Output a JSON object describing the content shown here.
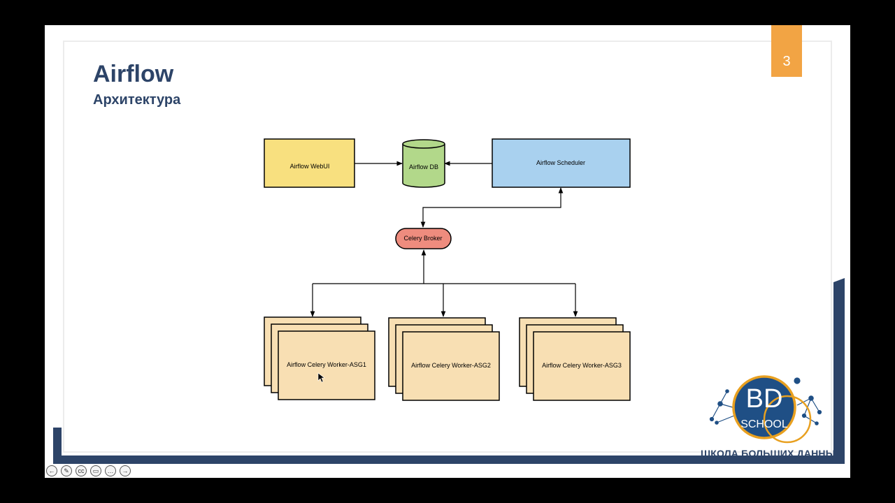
{
  "slide": {
    "title": "Airflow",
    "subtitle": "Архитектура",
    "page_number": "3"
  },
  "diagram": {
    "nodes": {
      "webui": "Airflow WebUI",
      "db": "Airflow DB",
      "scheduler": "Airflow Scheduler",
      "broker": "Celery Broker",
      "worker1": "Airflow Celery Worker-ASG1",
      "worker2": "Airflow Celery Worker-ASG2",
      "worker3": "Airflow Celery Worker-ASG3"
    },
    "colors": {
      "webui": "#f8e07f",
      "db": "#b2d88a",
      "scheduler": "#a9d1ef",
      "broker": "#ee8c7e",
      "worker": "#f8dfb3",
      "stroke": "#000000"
    }
  },
  "logo": {
    "mark_line1": "BD",
    "mark_line2": "SCHOOL",
    "tagline": "ШКОЛА БОЛЬШИХ ДАННЫХ",
    "colors": {
      "primary": "#2d4468",
      "accent": "#e8a020",
      "node": "#1f4f85"
    }
  },
  "player": {
    "controls": [
      {
        "icon": "back-arrow-icon",
        "glyph": "←"
      },
      {
        "icon": "pen-icon",
        "glyph": "✎"
      },
      {
        "icon": "captions-icon",
        "glyph": "cc"
      },
      {
        "icon": "camera-icon",
        "glyph": "▭"
      },
      {
        "icon": "more-icon",
        "glyph": "…"
      },
      {
        "icon": "forward-arrow-icon",
        "glyph": "→"
      }
    ]
  }
}
